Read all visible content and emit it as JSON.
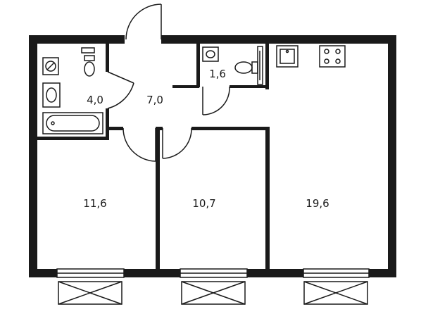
{
  "rooms": {
    "bathroom": {
      "area": "4,0"
    },
    "hallway": {
      "area": "7,0"
    },
    "toilet": {
      "area": "1,6"
    },
    "bedroom_left": {
      "area": "11,6"
    },
    "bedroom_middle": {
      "area": "10,7"
    },
    "kitchen_living": {
      "area": "19,6"
    }
  },
  "colors": {
    "wall": "#1a1a1a",
    "line": "#1a1a1a",
    "background": "#ffffff"
  }
}
